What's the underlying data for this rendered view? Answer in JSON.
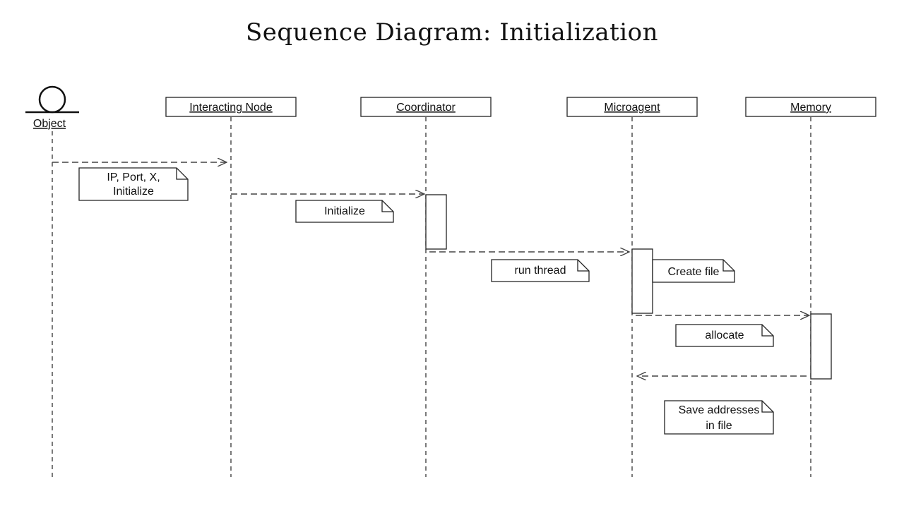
{
  "title": "Sequence Diagram: Initialization",
  "actor": {
    "label": "Object"
  },
  "participants": [
    {
      "label": "Interacting Node"
    },
    {
      "label": "Coordinator"
    },
    {
      "label": "Microagent"
    },
    {
      "label": "Memory"
    }
  ],
  "messages": [
    {
      "from": "Object",
      "to": "Interacting Node",
      "note": [
        "IP, Port, X,",
        "Initialize"
      ]
    },
    {
      "from": "Interacting Node",
      "to": "Coordinator",
      "note": [
        "Initialize"
      ]
    },
    {
      "from": "Coordinator",
      "to": "Microagent",
      "note": [
        "run thread"
      ]
    },
    {
      "from": "Microagent",
      "to": "Memory",
      "note": [
        "allocate"
      ]
    },
    {
      "from": "Memory",
      "to": "Microagent",
      "note": []
    }
  ],
  "notes": {
    "create_file": "Create file",
    "save_line1": "Save addresses",
    "save_line2": "in file"
  }
}
